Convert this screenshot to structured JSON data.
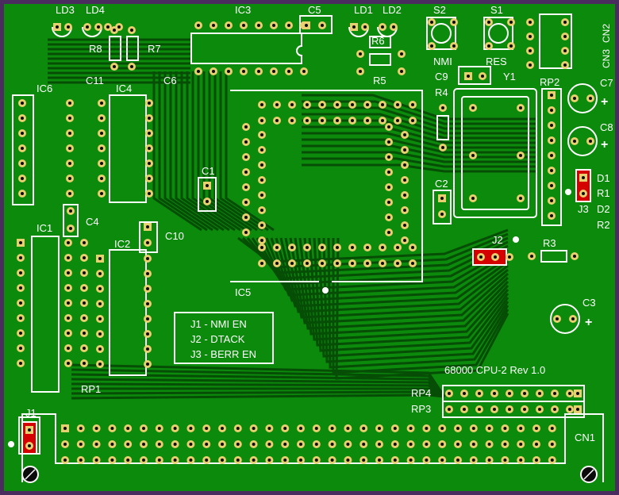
{
  "colors": {
    "border": "#4a2d5e",
    "board": "#0c8a0c",
    "trace": "#064d06",
    "pad": "#e8d070",
    "hole": "#0b0b0b",
    "silk": "#ffffff",
    "jumper": "#d40000"
  },
  "labels": {
    "ld3": "LD3",
    "ld4": "LD4",
    "r8": "R8",
    "r7": "R7",
    "ic3": "IC3",
    "c5": "C5",
    "ld1": "LD1",
    "ld2": "LD2",
    "s2": "S2",
    "s1": "S1",
    "r6": "R6",
    "r5": "R5",
    "nmi": "NMI",
    "res": "RES",
    "cn2": "CN2",
    "cn3": "CN3",
    "c9": "C9",
    "y1": "Y1",
    "rp2": "RP2",
    "c7": "C7",
    "c8": "C8",
    "r4": "R4",
    "ic6": "IC6",
    "c11": "C11",
    "ic4": "IC4",
    "c6": "C6",
    "c1": "C1",
    "c2": "C2",
    "d1": "D1",
    "r1": "R1",
    "j3": "J3",
    "d2": "D2",
    "r2": "R2",
    "c4": "C4",
    "ic1": "IC1",
    "ic2": "IC2",
    "c10": "C10",
    "j2": "J2",
    "r3": "R3",
    "ic5": "IC5",
    "c3": "C3",
    "rp1": "RP1",
    "rp4": "RP4",
    "rp3": "RP3",
    "j1": "J1",
    "cn1": "CN1",
    "plus7": "+",
    "plus8": "+",
    "plus3": "+"
  },
  "jumper_legend": {
    "line1": "J1 - NMI EN",
    "line2": "J2 - DTACK",
    "line3": "J3 - BERR EN"
  },
  "board_title": "68000 CPU-2 Rev 1.0"
}
